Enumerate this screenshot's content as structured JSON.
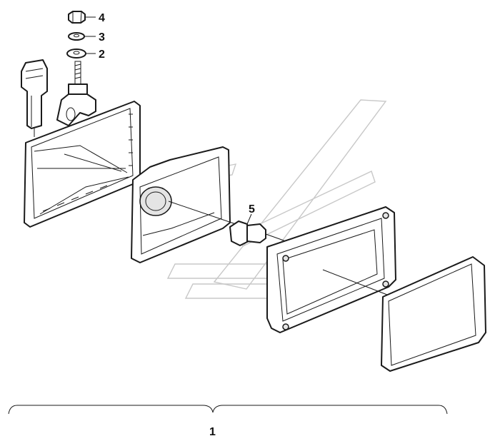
{
  "callouts": [
    {
      "id": "c4",
      "label": "4"
    },
    {
      "id": "c3",
      "label": "3"
    },
    {
      "id": "c2",
      "label": "2"
    },
    {
      "id": "c5",
      "label": "5"
    },
    {
      "id": "c1",
      "label": "1"
    }
  ]
}
